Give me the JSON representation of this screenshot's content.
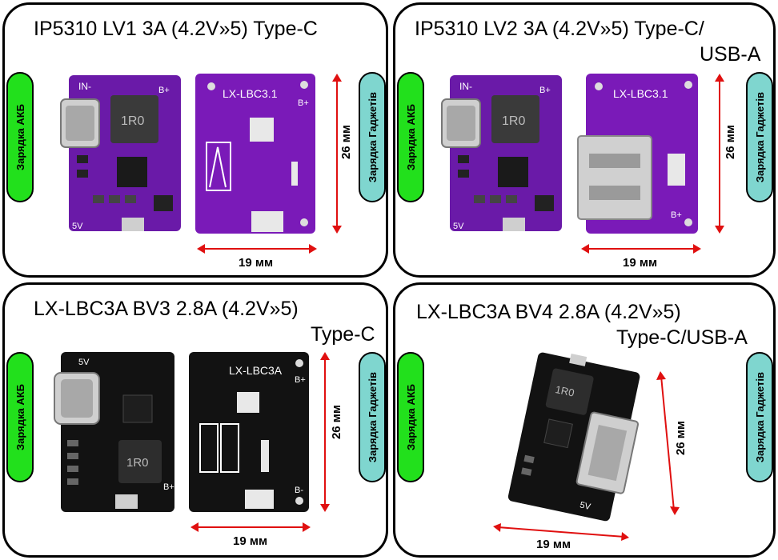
{
  "panels": [
    {
      "title_line1": "IP5310 LV1 3A (4.2V»5) Type-C",
      "title_line2": "",
      "left_label": "Зарядка АКБ",
      "right_label": "Зарядка Гаджетів",
      "height_label": "26 мм",
      "width_label": "19 мм",
      "board_color": "#6a1aa8",
      "silk_top": "LX-LBC3.1",
      "silk_in": "IN-",
      "silk_bplus": "B+",
      "silk_5v": "5V"
    },
    {
      "title_line1": "IP5310 LV2 3A (4.2V»5) Type-C/",
      "title_line2": "USB-A",
      "left_label": "Зарядка АКБ",
      "right_label": "Зарядка Гаджетів",
      "height_label": "26 мм",
      "width_label": "19 мм",
      "board_color": "#6a1aa8",
      "silk_top": "LX-LBC3.1",
      "silk_in": "IN-",
      "silk_bplus": "B+",
      "silk_5v": "5V"
    },
    {
      "title_line1": "LX-LBC3A BV3 2.8A (4.2V»5)",
      "title_line2": "Type-C",
      "left_label": "Зарядка АКБ",
      "right_label": "Зарядка Гаджетів",
      "height_label": "26 мм",
      "width_label": "19 мм",
      "board_color": "#121212",
      "silk_top": "LX-LBC3A",
      "silk_in": "5V",
      "silk_bplus": "B+",
      "silk_5v": "B-"
    },
    {
      "title_line1": "LX-LBC3A BV4 2.8A (4.2V»5)",
      "title_line2": "Type-C/USB-A",
      "left_label": "Зарядка АКБ",
      "right_label": "Зарядка Гаджетів",
      "height_label": "26 мм",
      "width_label": "19 мм",
      "board_color": "#121212",
      "silk_top": "",
      "silk_in": "",
      "silk_bplus": "",
      "silk_5v": "5V"
    }
  ],
  "colors": {
    "dimension_arrow": "#e01010",
    "label_green": "#22e01c",
    "label_cyan": "#7fd6cf"
  }
}
